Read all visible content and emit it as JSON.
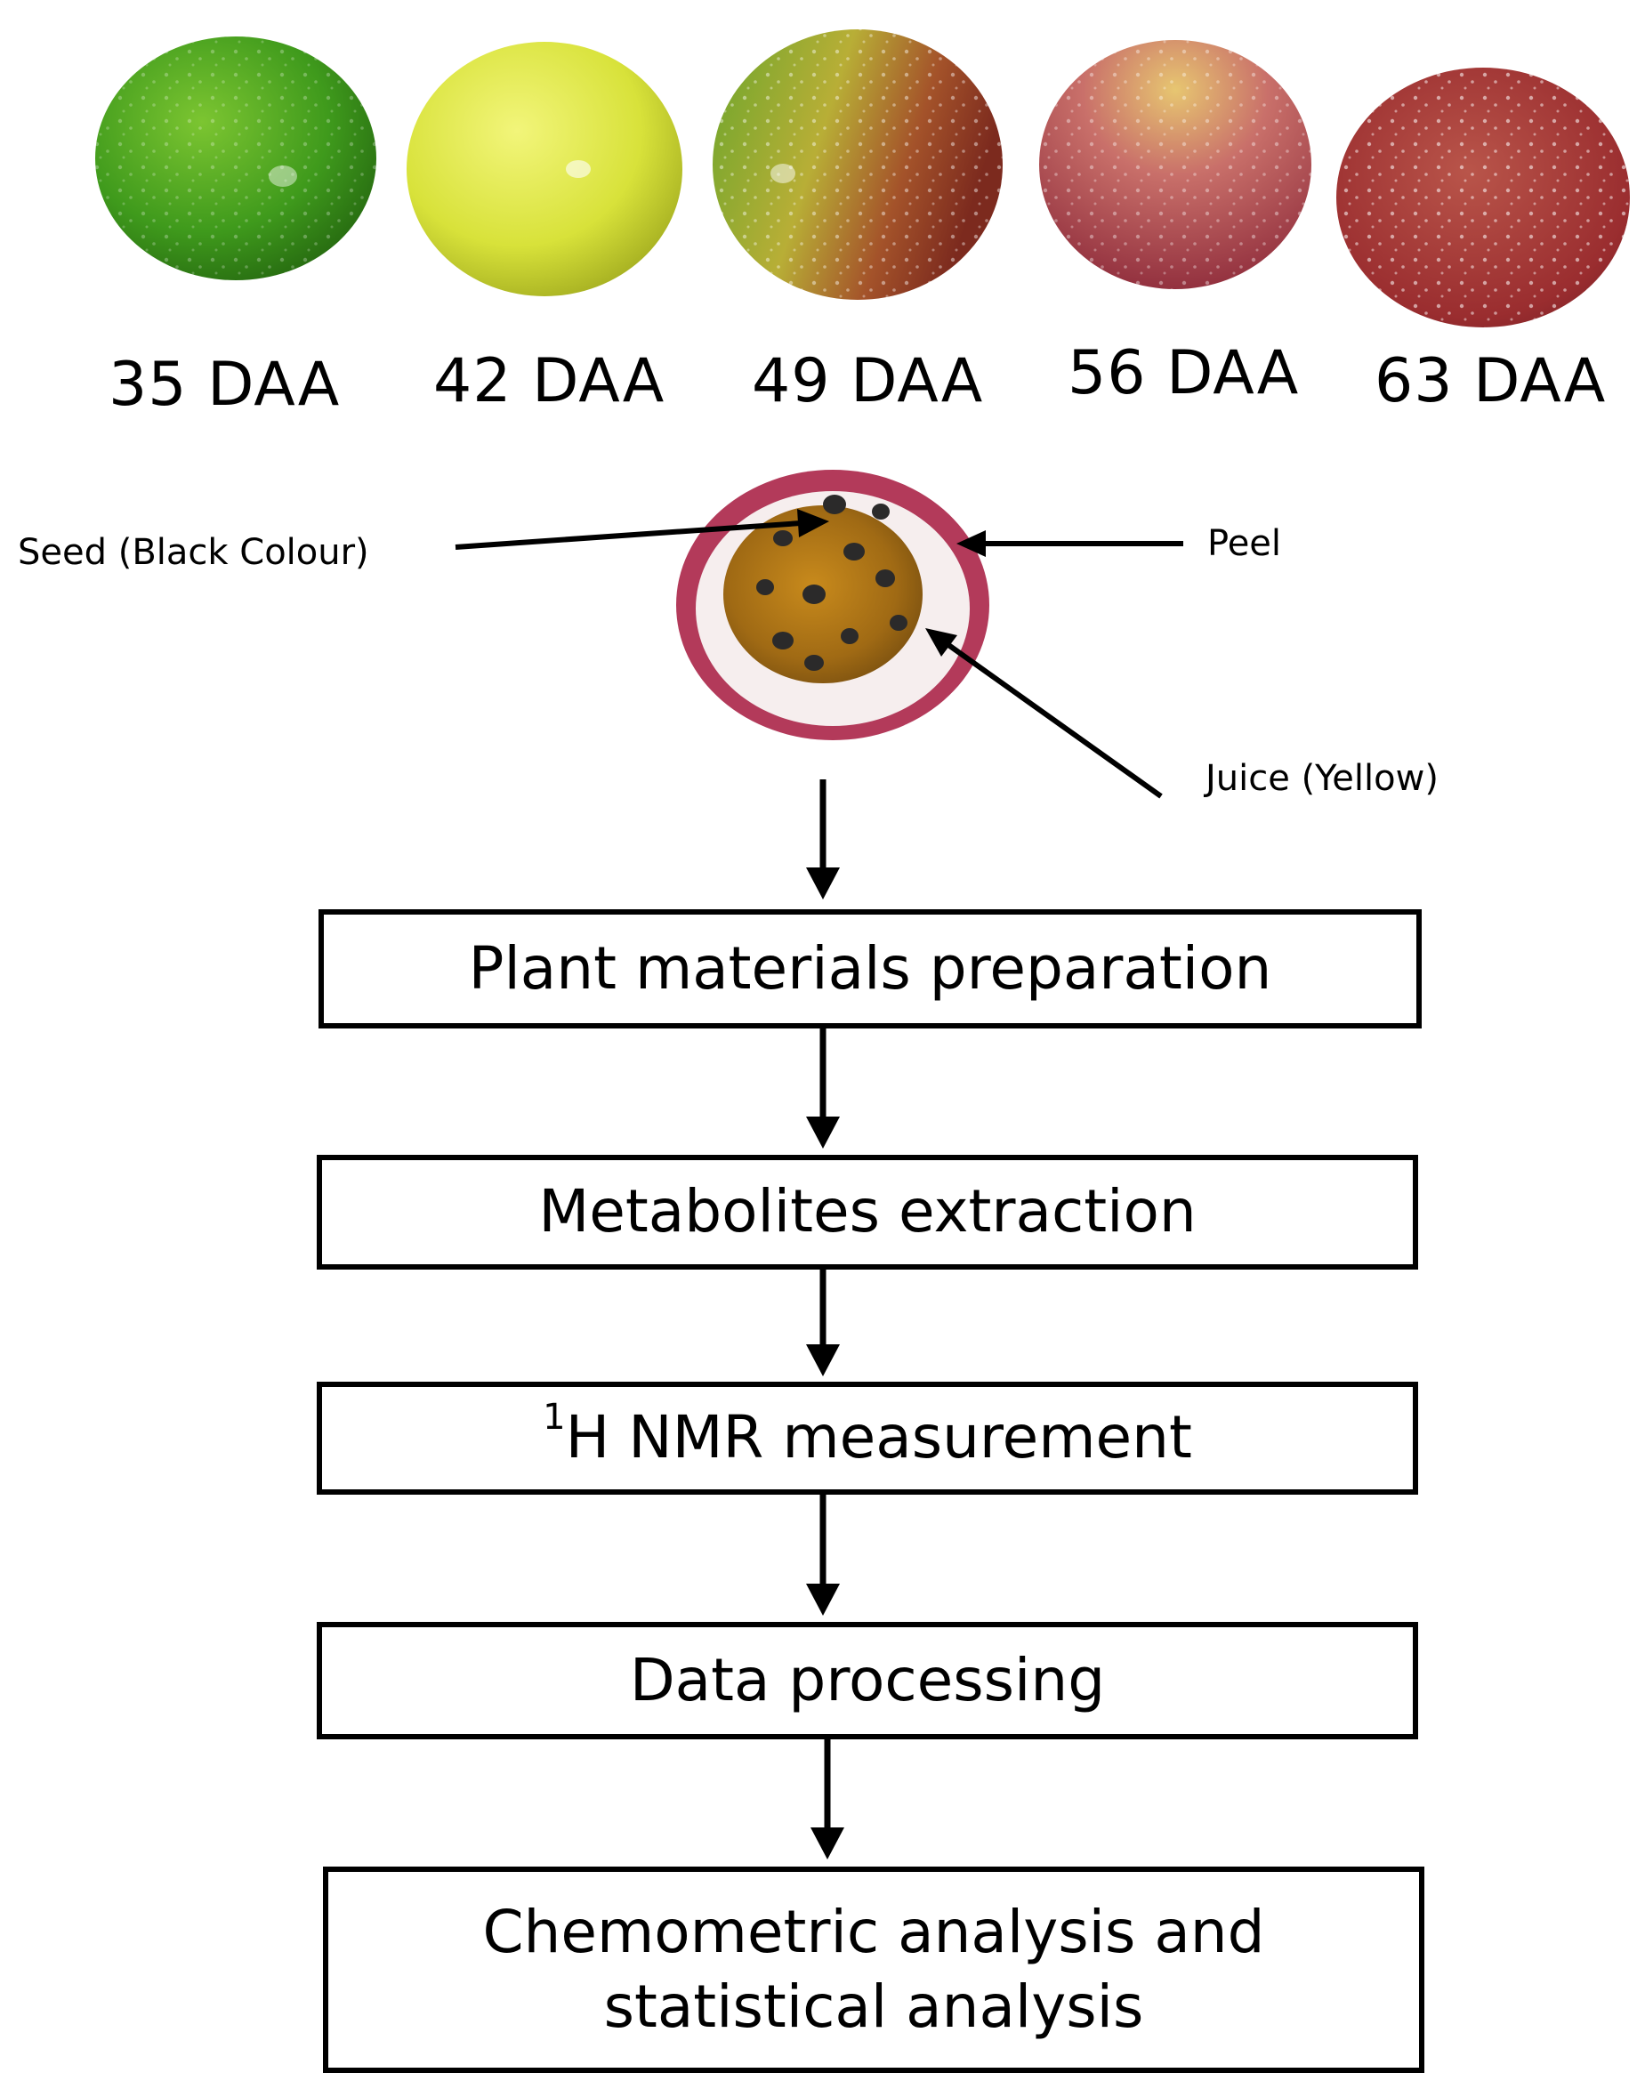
{
  "stages": {
    "s1": {
      "label": "35 DAA"
    },
    "s2": {
      "label": "42 DAA"
    },
    "s3": {
      "label": "49 DAA"
    },
    "s4": {
      "label": "56 DAA"
    },
    "s5": {
      "label": "63 DAA"
    }
  },
  "cross_section": {
    "seed_label": "Seed (Black Colour)",
    "peel_label": "Peel",
    "juice_label": "Juice (Yellow)"
  },
  "flow": {
    "step1": "Plant materials preparation",
    "step2": "Metabolites extraction",
    "step3_sup": "1",
    "step3": "H NMR measurement",
    "step4": "Data processing",
    "step5_line1": "Chemometric analysis and",
    "step5_line2": "statistical analysis"
  },
  "colors": {
    "green_fruit": "#3f9a1c",
    "yellow_fruit": "#d8e23a",
    "purple_fruit": "#a8303a"
  }
}
